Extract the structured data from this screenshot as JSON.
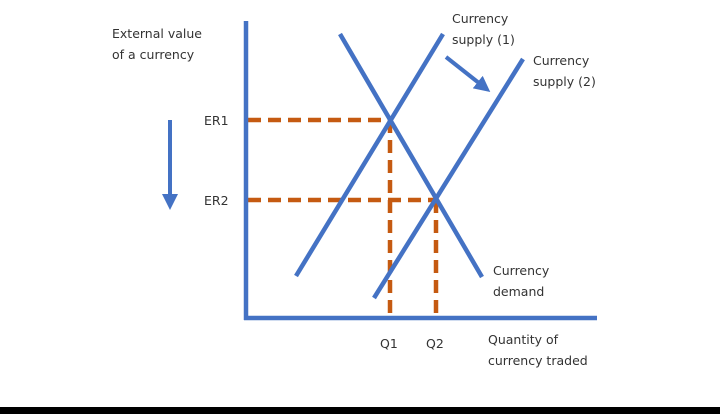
{
  "axes": {
    "y_label_line1": "External value",
    "y_label_line2": "of a currency",
    "x_label_line1": "Quantity of",
    "x_label_line2": "currency traded"
  },
  "levels": {
    "er1": "ER1",
    "er2": "ER2",
    "q1": "Q1",
    "q2": "Q2"
  },
  "curves": {
    "supply1_line1": "Currency",
    "supply1_line2": "supply (1)",
    "supply2_line1": "Currency",
    "supply2_line2": "supply (2)",
    "demand_line1": "Currency",
    "demand_line2": "demand"
  },
  "colors": {
    "curve": "#4472c4",
    "guide": "#c55a11"
  }
}
